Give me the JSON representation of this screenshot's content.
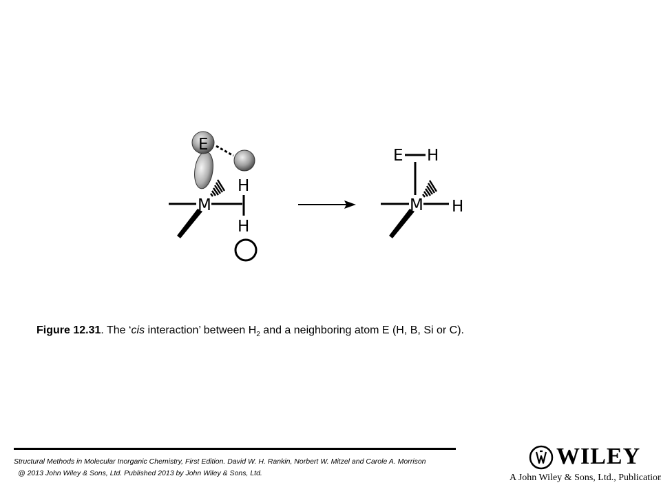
{
  "diagram": {
    "left": {
      "atom_e": "E",
      "atom_m": "M",
      "atom_h_top": "H",
      "atom_h_bottom": "H"
    },
    "right": {
      "atom_e": "E",
      "atom_h_e": "H",
      "atom_m": "M",
      "atom_h_m": "H"
    }
  },
  "caption": {
    "label": "Figure 12.31",
    "text_1": ". The ‘",
    "italic": "cis",
    "text_2": " interaction’ between H",
    "subscript": "2",
    "text_3": " and a neighboring atom E (H, B, Si or C)."
  },
  "footer": {
    "citation_line1": "Structural Methods in Molecular Inorganic Chemistry, First Edition. David W. H. Rankin, Norbert W. Mitzel and Carole A. Morrison",
    "citation_line2": "@ 2013 John Wiley & Sons, Ltd. Published 2013 by John Wiley & Sons, Ltd.",
    "publisher_logo": "WILEY",
    "publisher_tagline": "A John Wiley & Sons, Ltd., Publication"
  }
}
